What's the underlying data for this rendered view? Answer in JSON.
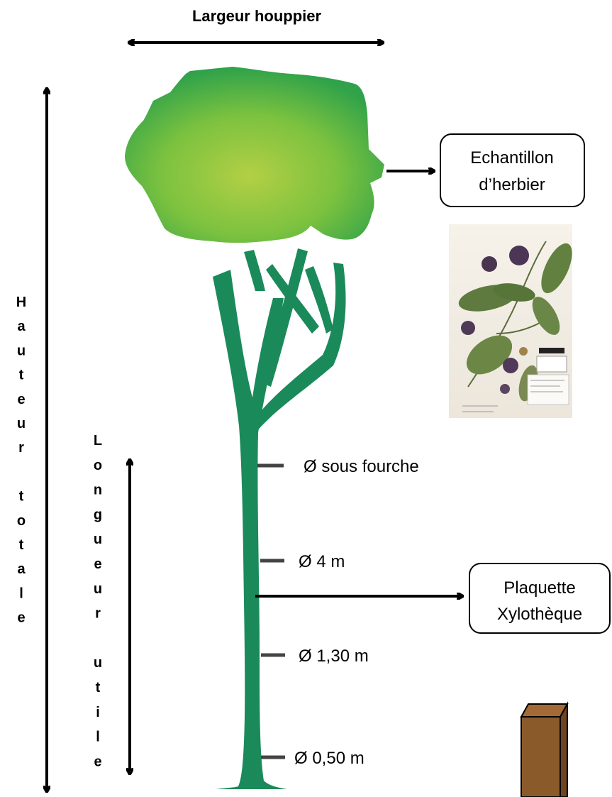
{
  "crown_width_label": "Largeur houppier",
  "total_height_label": "Hauteur totale",
  "useful_length_label": "Longueur utile",
  "herbarium_box": {
    "line1": "Echantillon",
    "line2": "d’herbier"
  },
  "xylotheque_box": {
    "line1": "Plaquette",
    "line2": "Xylothèque"
  },
  "diameter_labels": {
    "fork": "Ø sous fourche",
    "four_m": "Ø 4 m",
    "breast_height": "Ø 1,30 m",
    "base": "Ø 0,50 m"
  },
  "colors": {
    "trunk": "#1b8a5a",
    "crown_light": "#b3cf45",
    "crown_dark": "#2fa24a",
    "arrow": "#000000",
    "tick": "#444444",
    "wood_block": "#8b5a2b"
  },
  "icons": [
    "herbarium-specimen-image",
    "wood-sample-icon",
    "tree-illustration"
  ]
}
